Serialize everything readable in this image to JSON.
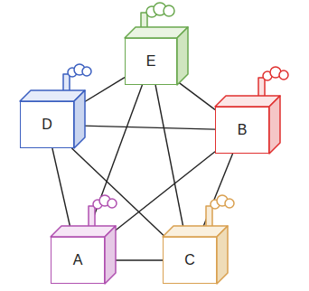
{
  "diagram": {
    "nodes": [
      {
        "text": [
          "E"
        ]
      },
      {
        "text": [
          "D"
        ]
      },
      {
        "text": [
          "B"
        ]
      },
      {
        "text": [
          "A"
        ]
      },
      {
        "text": [
          "C"
        ]
      }
    ],
    "edges": [
      {
        "from": 0,
        "to": 2,
        "arrow": "none"
      },
      {
        "from": 0,
        "to": 1,
        "arrow": "none"
      },
      {
        "from": 1,
        "to": 3,
        "arrow": "none"
      },
      {
        "from": 3,
        "to": 4,
        "arrow": "none"
      },
      {
        "from": 4,
        "to": 2,
        "arrow": "none"
      },
      {
        "from": 0,
        "to": 3,
        "arrow": "none"
      },
      {
        "from": 0,
        "to": 4,
        "arrow": "none"
      },
      {
        "from": 1,
        "to": 2,
        "arrow": "none"
      },
      {
        "from": 1,
        "to": 4,
        "arrow": "none"
      },
      {
        "from": 3,
        "to": 2,
        "arrow": "none"
      }
    ]
  }
}
